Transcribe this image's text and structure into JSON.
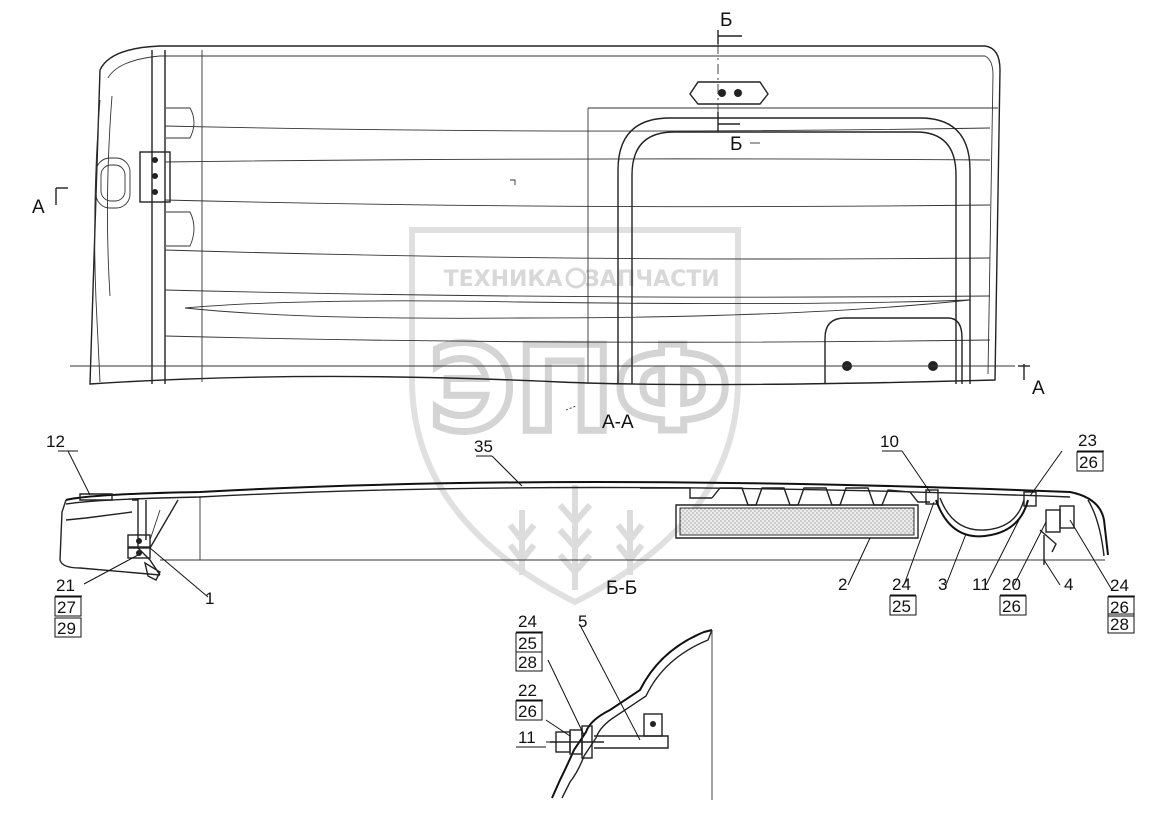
{
  "watermark": {
    "left_text": "ТЕХНИКА",
    "right_text": "ЗАПЧАСТИ",
    "big_text": "ЭПФ"
  },
  "sections": {
    "top_b": "Б",
    "mid_b": "Б",
    "left_a": "А",
    "right_a": "А",
    "aa_title": "А-А",
    "bb_title": "Б-Б"
  },
  "callouts": {
    "c12": "12",
    "c35": "35",
    "c10": "10",
    "c23": "23",
    "c26a": "26",
    "c21": "21",
    "c27": "27",
    "c29": "29",
    "c1": "1",
    "c2": "2",
    "c24a": "24",
    "c25a": "25",
    "c3": "3",
    "c11a": "11",
    "c20": "20",
    "c26b": "26",
    "c4": "4",
    "c24b": "24",
    "c26c": "26",
    "c28a": "28",
    "c24c": "24",
    "c25b": "25",
    "c28b": "28",
    "c5": "5",
    "c22": "22",
    "c26d": "26",
    "c11b": "11"
  },
  "colors": {
    "line": "#222222",
    "watermark": "#d8d8d8",
    "hatch": "#bdbdbd"
  }
}
